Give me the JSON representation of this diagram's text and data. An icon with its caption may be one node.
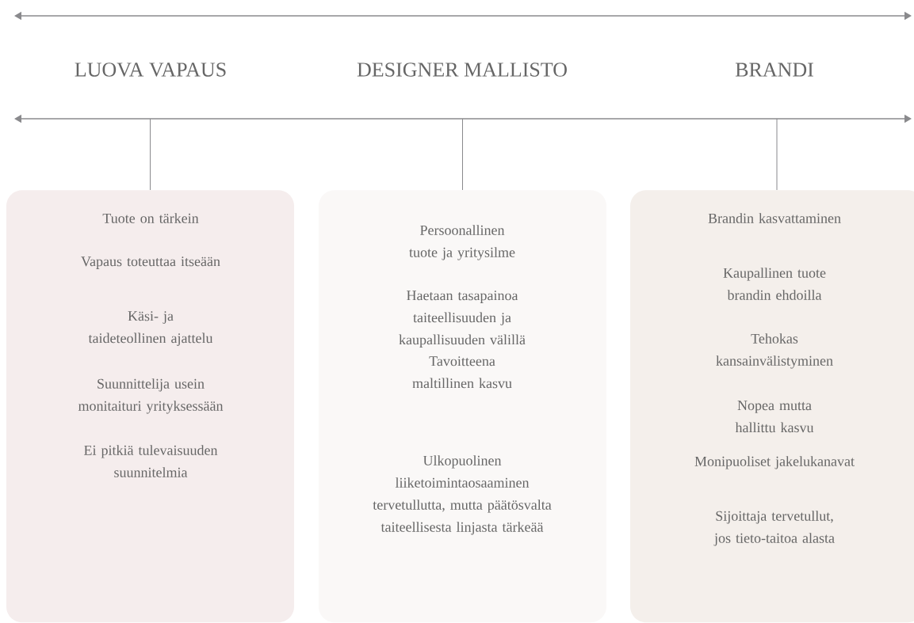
{
  "diagram": {
    "nodes": [
      {
        "text": [
          "Tuote on tärkein",
          "Vapaus toteuttaa itseään",
          "Käsi- ja taideteollinen ajattelu",
          "Suunnittelija usein monitaituri yrityksessään",
          "Ei pitkiä tulevaisuuden suunnitelmia"
        ]
      },
      {
        "text": [
          "Persoonallinen tuote ja yritysilme",
          "Haetaan tasapainoa taiteellisuuden ja kaupallisuuden välillä",
          "Tavoitteena maltillinen kasvu",
          "Ulkopuolinen liiketoimintaosaaminen tervetullutta, mutta päätösvalta taiteellisesta linjasta tärkeää"
        ]
      },
      {
        "text": [
          "Brandin kasvattaminen",
          "Kaupallinen tuote brandin ehdoilla",
          "Tehokas kansainvälistyminen",
          "Nopea mutta hallittu kasvu",
          "Monipuoliset jakelukanavat",
          "Sijoittaja tervetullut, jos tieto-taitoa alasta"
        ]
      }
    ],
    "edges": [
      {
        "from": null,
        "to": 0,
        "arrow": "none"
      },
      {
        "from": null,
        "to": 1,
        "arrow": "none"
      },
      {
        "from": null,
        "to": 2,
        "arrow": "none"
      }
    ],
    "labels": [
      "LUOVA VAPAUS",
      "DESIGNER MALLISTO",
      "BRANDI"
    ]
  }
}
